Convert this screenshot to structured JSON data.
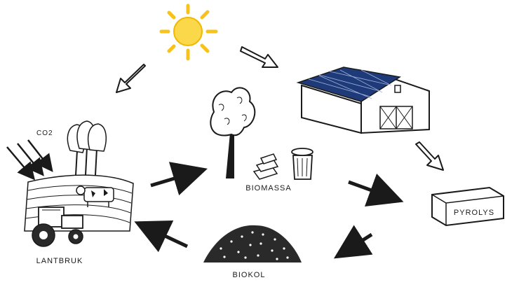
{
  "labels": {
    "co2": "CO2",
    "lantbruk": "LANTBRUK",
    "biomassa": "BIOMASSA",
    "pyrolys": "PYROLYS",
    "biokol": "BIOKOL"
  },
  "colors": {
    "sun": "#f6c21b",
    "sun_core": "#fbd84a",
    "ink": "#1a1a1a",
    "solar_panel": "#1f3a78"
  }
}
